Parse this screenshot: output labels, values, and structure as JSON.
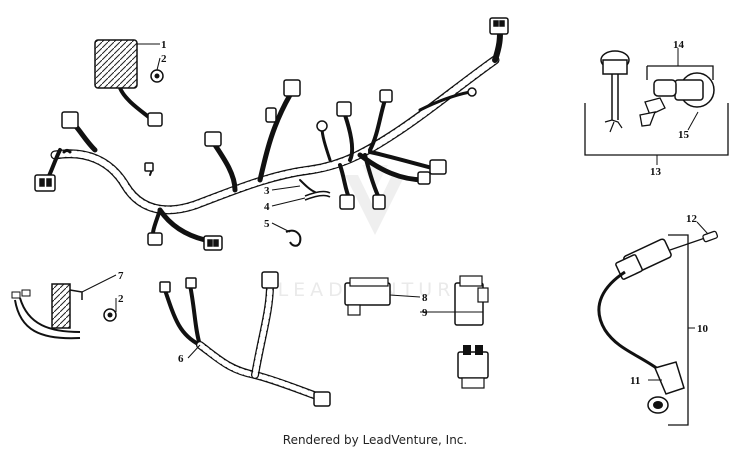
{
  "diagram": {
    "watermark_text": "LEADVENTURE",
    "footer_text": "Rendered by LeadVenture, Inc.",
    "callouts": {
      "c1": "1",
      "c2a": "2",
      "c3": "3",
      "c4": "4",
      "c5": "5",
      "c6": "6",
      "c7": "7",
      "c2b": "2",
      "c8": "8",
      "c9": "9",
      "c10": "10",
      "c11": "11",
      "c12": "12",
      "c13": "13",
      "c14": "14",
      "c15": "15"
    }
  }
}
